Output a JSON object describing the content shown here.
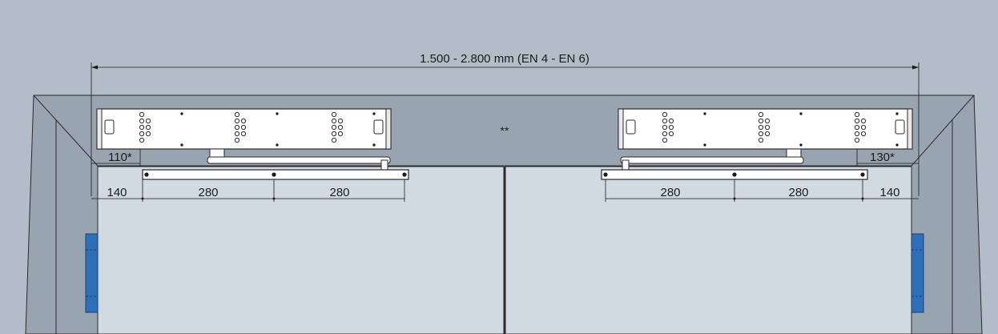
{
  "dimensions": {
    "overall": "1.500 - 2.800 mm (EN 4 - EN 6)",
    "left_offset": "110*",
    "right_offset": "130*",
    "left_edge": "140",
    "right_edge": "140",
    "left_arm_1": "280",
    "left_arm_2": "280",
    "right_arm_1": "280",
    "right_arm_2": "280"
  },
  "center_mark": "**",
  "colors": {
    "background": "#b3bdc8",
    "frame": "#97a3af",
    "door_leaf": "#d2dae1",
    "closer_body": "#ffffff",
    "hinge": "#2d6fb8",
    "line": "#1b1b1b"
  }
}
